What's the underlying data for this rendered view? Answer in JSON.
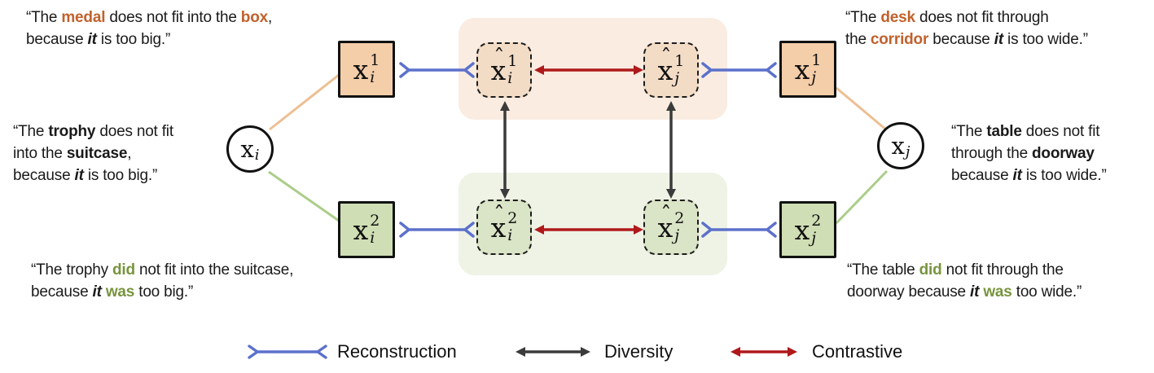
{
  "colors": {
    "reconstruction_blue": "#5c71cb",
    "contrastive_red": "#b0191b",
    "diversity_dark": "#3b3b3b",
    "view1_line_orange": "#edbf94",
    "view2_line_green": "#abcd8a",
    "view1_box_fill": "#f4cda9",
    "view2_box_fill": "#cfdeb4",
    "view1_panel": "#faece1",
    "view2_panel": "#eff3e6",
    "view1_dashed_fill": "#f3dcc6",
    "view2_dashed_fill": "#dae4c6",
    "view1_text_orange": "#c1612c",
    "view2_text_green": "#78943e",
    "text_dark": "#1a1a1a"
  },
  "nodes": {
    "xi": {
      "base": "x",
      "sub": "i"
    },
    "xj": {
      "base": "x",
      "sub": "j"
    },
    "xi1": {
      "base": "x",
      "sup": "1",
      "sub": "i"
    },
    "xi2": {
      "base": "x",
      "sup": "2",
      "sub": "i"
    },
    "xj1": {
      "base": "x",
      "sup": "1",
      "sub": "j"
    },
    "xj2": {
      "base": "x",
      "sup": "2",
      "sub": "j"
    },
    "xhat_i1": {
      "base": "x",
      "hat": "ˆ",
      "sup": "1",
      "sub": "i"
    },
    "xhat_j1": {
      "base": "x",
      "hat": "ˆ",
      "sup": "1",
      "sub": "j"
    },
    "xhat_i2": {
      "base": "x",
      "hat": "ˆ",
      "sup": "2",
      "sub": "i"
    },
    "xhat_j2": {
      "base": "x",
      "hat": "ˆ",
      "sup": "2",
      "sub": "j"
    }
  },
  "quotes": {
    "top_left": [
      [
        {
          "t": "“The ",
          "s": "n"
        },
        {
          "t": "medal",
          "s": "o"
        },
        {
          "t": " does not fit into the ",
          "s": "n"
        },
        {
          "t": "box",
          "s": "o"
        },
        {
          "t": ",",
          "s": "n"
        }
      ],
      [
        {
          "t": "because ",
          "s": "n"
        },
        {
          "t": "it",
          "s": "bi"
        },
        {
          "t": " is too big.”",
          "s": "n"
        }
      ]
    ],
    "mid_left": [
      [
        {
          "t": "“The ",
          "s": "n"
        },
        {
          "t": "trophy",
          "s": "b"
        },
        {
          "t": " does not fit",
          "s": "n"
        }
      ],
      [
        {
          "t": "into the ",
          "s": "n"
        },
        {
          "t": "suitcase",
          "s": "b"
        },
        {
          "t": ",",
          "s": "n"
        }
      ],
      [
        {
          "t": "because ",
          "s": "n"
        },
        {
          "t": "it",
          "s": "bi"
        },
        {
          "t": " is too big.”",
          "s": "n"
        }
      ]
    ],
    "bottom_left": [
      [
        {
          "t": "“The trophy ",
          "s": "n"
        },
        {
          "t": "did",
          "s": "g"
        },
        {
          "t": " not fit into the suitcase,",
          "s": "n"
        }
      ],
      [
        {
          "t": "because ",
          "s": "n"
        },
        {
          "t": "it",
          "s": "bi"
        },
        {
          "t": " ",
          "s": "n"
        },
        {
          "t": "was",
          "s": "g"
        },
        {
          "t": " too big.”",
          "s": "n"
        }
      ]
    ],
    "top_right": [
      [
        {
          "t": "“The ",
          "s": "n"
        },
        {
          "t": "desk",
          "s": "o"
        },
        {
          "t": " does not fit through",
          "s": "n"
        }
      ],
      [
        {
          "t": "the ",
          "s": "n"
        },
        {
          "t": "corridor",
          "s": "o"
        },
        {
          "t": " because ",
          "s": "n"
        },
        {
          "t": "it",
          "s": "bi"
        },
        {
          "t": " is too wide.”",
          "s": "n"
        }
      ]
    ],
    "mid_right": [
      [
        {
          "t": "“The ",
          "s": "n"
        },
        {
          "t": "table",
          "s": "b"
        },
        {
          "t": " does not fit",
          "s": "n"
        }
      ],
      [
        {
          "t": "through the ",
          "s": "n"
        },
        {
          "t": "doorway",
          "s": "b"
        }
      ],
      [
        {
          "t": "because ",
          "s": "n"
        },
        {
          "t": "it",
          "s": "bi"
        },
        {
          "t": " is too wide.”",
          "s": "n"
        }
      ]
    ],
    "bottom_right": [
      [
        {
          "t": "“The table ",
          "s": "n"
        },
        {
          "t": "did",
          "s": "g"
        },
        {
          "t": " not fit through the",
          "s": "n"
        }
      ],
      [
        {
          "t": "doorway because ",
          "s": "n"
        },
        {
          "t": "it",
          "s": "bi"
        },
        {
          "t": " ",
          "s": "n"
        },
        {
          "t": "was",
          "s": "g"
        },
        {
          "t": " too wide.”",
          "s": "n"
        }
      ]
    ]
  },
  "legend": {
    "reconstruction_label": "Reconstruction",
    "diversity_label": "Diversity",
    "contrastive_label": "Contrastive"
  }
}
